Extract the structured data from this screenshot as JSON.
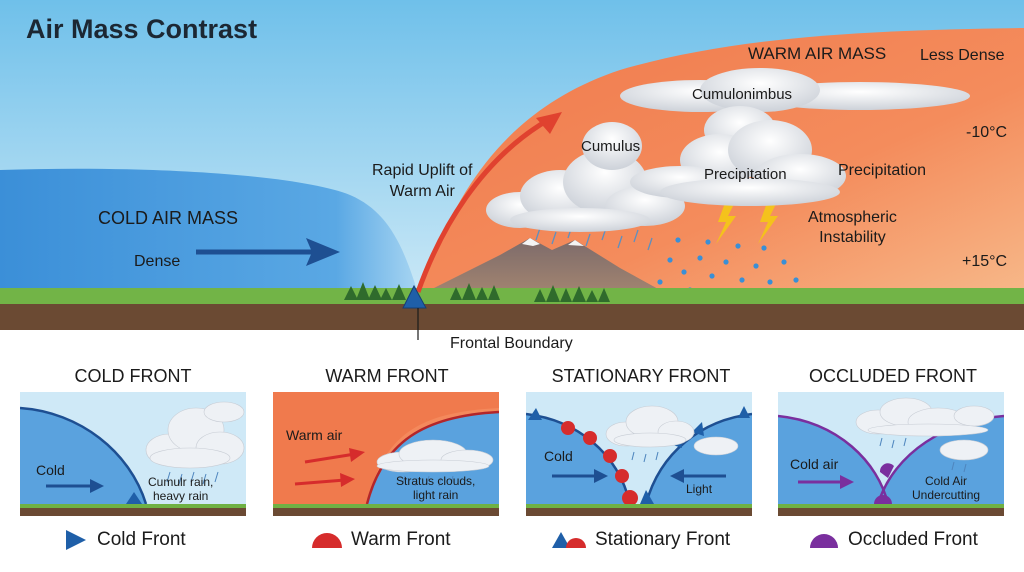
{
  "title": "Air Mass Contrast",
  "main": {
    "cold_air_mass": "COLD AIR MASS",
    "dense": "Dense",
    "warm_air_mass": "WARM AIR MASS",
    "less_dense": "Less Dense",
    "rapid_uplift": [
      "Rapid Uplift of",
      "Warm Air"
    ],
    "cumulus": "Cumulus",
    "cumulonimbus": "Cumulonimbus",
    "precipitation_cloud": "Precipitation",
    "precipitation_side": "Precipitation",
    "instability": [
      "Atmospheric",
      "Instability"
    ],
    "temp_upper": "-10°C",
    "temp_lower": "+15°C",
    "frontal_boundary": "Frontal Boundary"
  },
  "panels": [
    {
      "title": "COLD FRONT",
      "left_label": "Cold",
      "cloud_label": [
        "Cumulr rain,",
        "heavy rain"
      ]
    },
    {
      "title": "WARM FRONT",
      "left_label": "Warm air",
      "cloud_label": [
        "Stratus clouds,",
        "light rain"
      ]
    },
    {
      "title": "STATIONARY FRONT",
      "left_label": "Cold",
      "cloud_label": [
        "Light"
      ]
    },
    {
      "title": "OCCLUDED FRONT",
      "left_label": "Cold air",
      "cloud_label": [
        "Cold Air",
        "Undercutting"
      ]
    }
  ],
  "legend": [
    {
      "label": "Cold Front",
      "icon": "cold-front-triangle-icon",
      "color": "#1f5fa8"
    },
    {
      "label": "Warm Front",
      "icon": "warm-front-semicircle-icon",
      "color": "#d62c2c"
    },
    {
      "label": "Stationary Front",
      "icon": "stationary-front-icon",
      "color": "#1f5fa8"
    },
    {
      "label": "Occluded Front",
      "icon": "occluded-front-icon",
      "color": "#7a2f9e"
    }
  ],
  "colors": {
    "cold": "#2f7fcf",
    "warm": "#ef7a4e",
    "sky": "#bfe3f5",
    "ground": "#6b4a33",
    "grass": "#6fb144"
  }
}
